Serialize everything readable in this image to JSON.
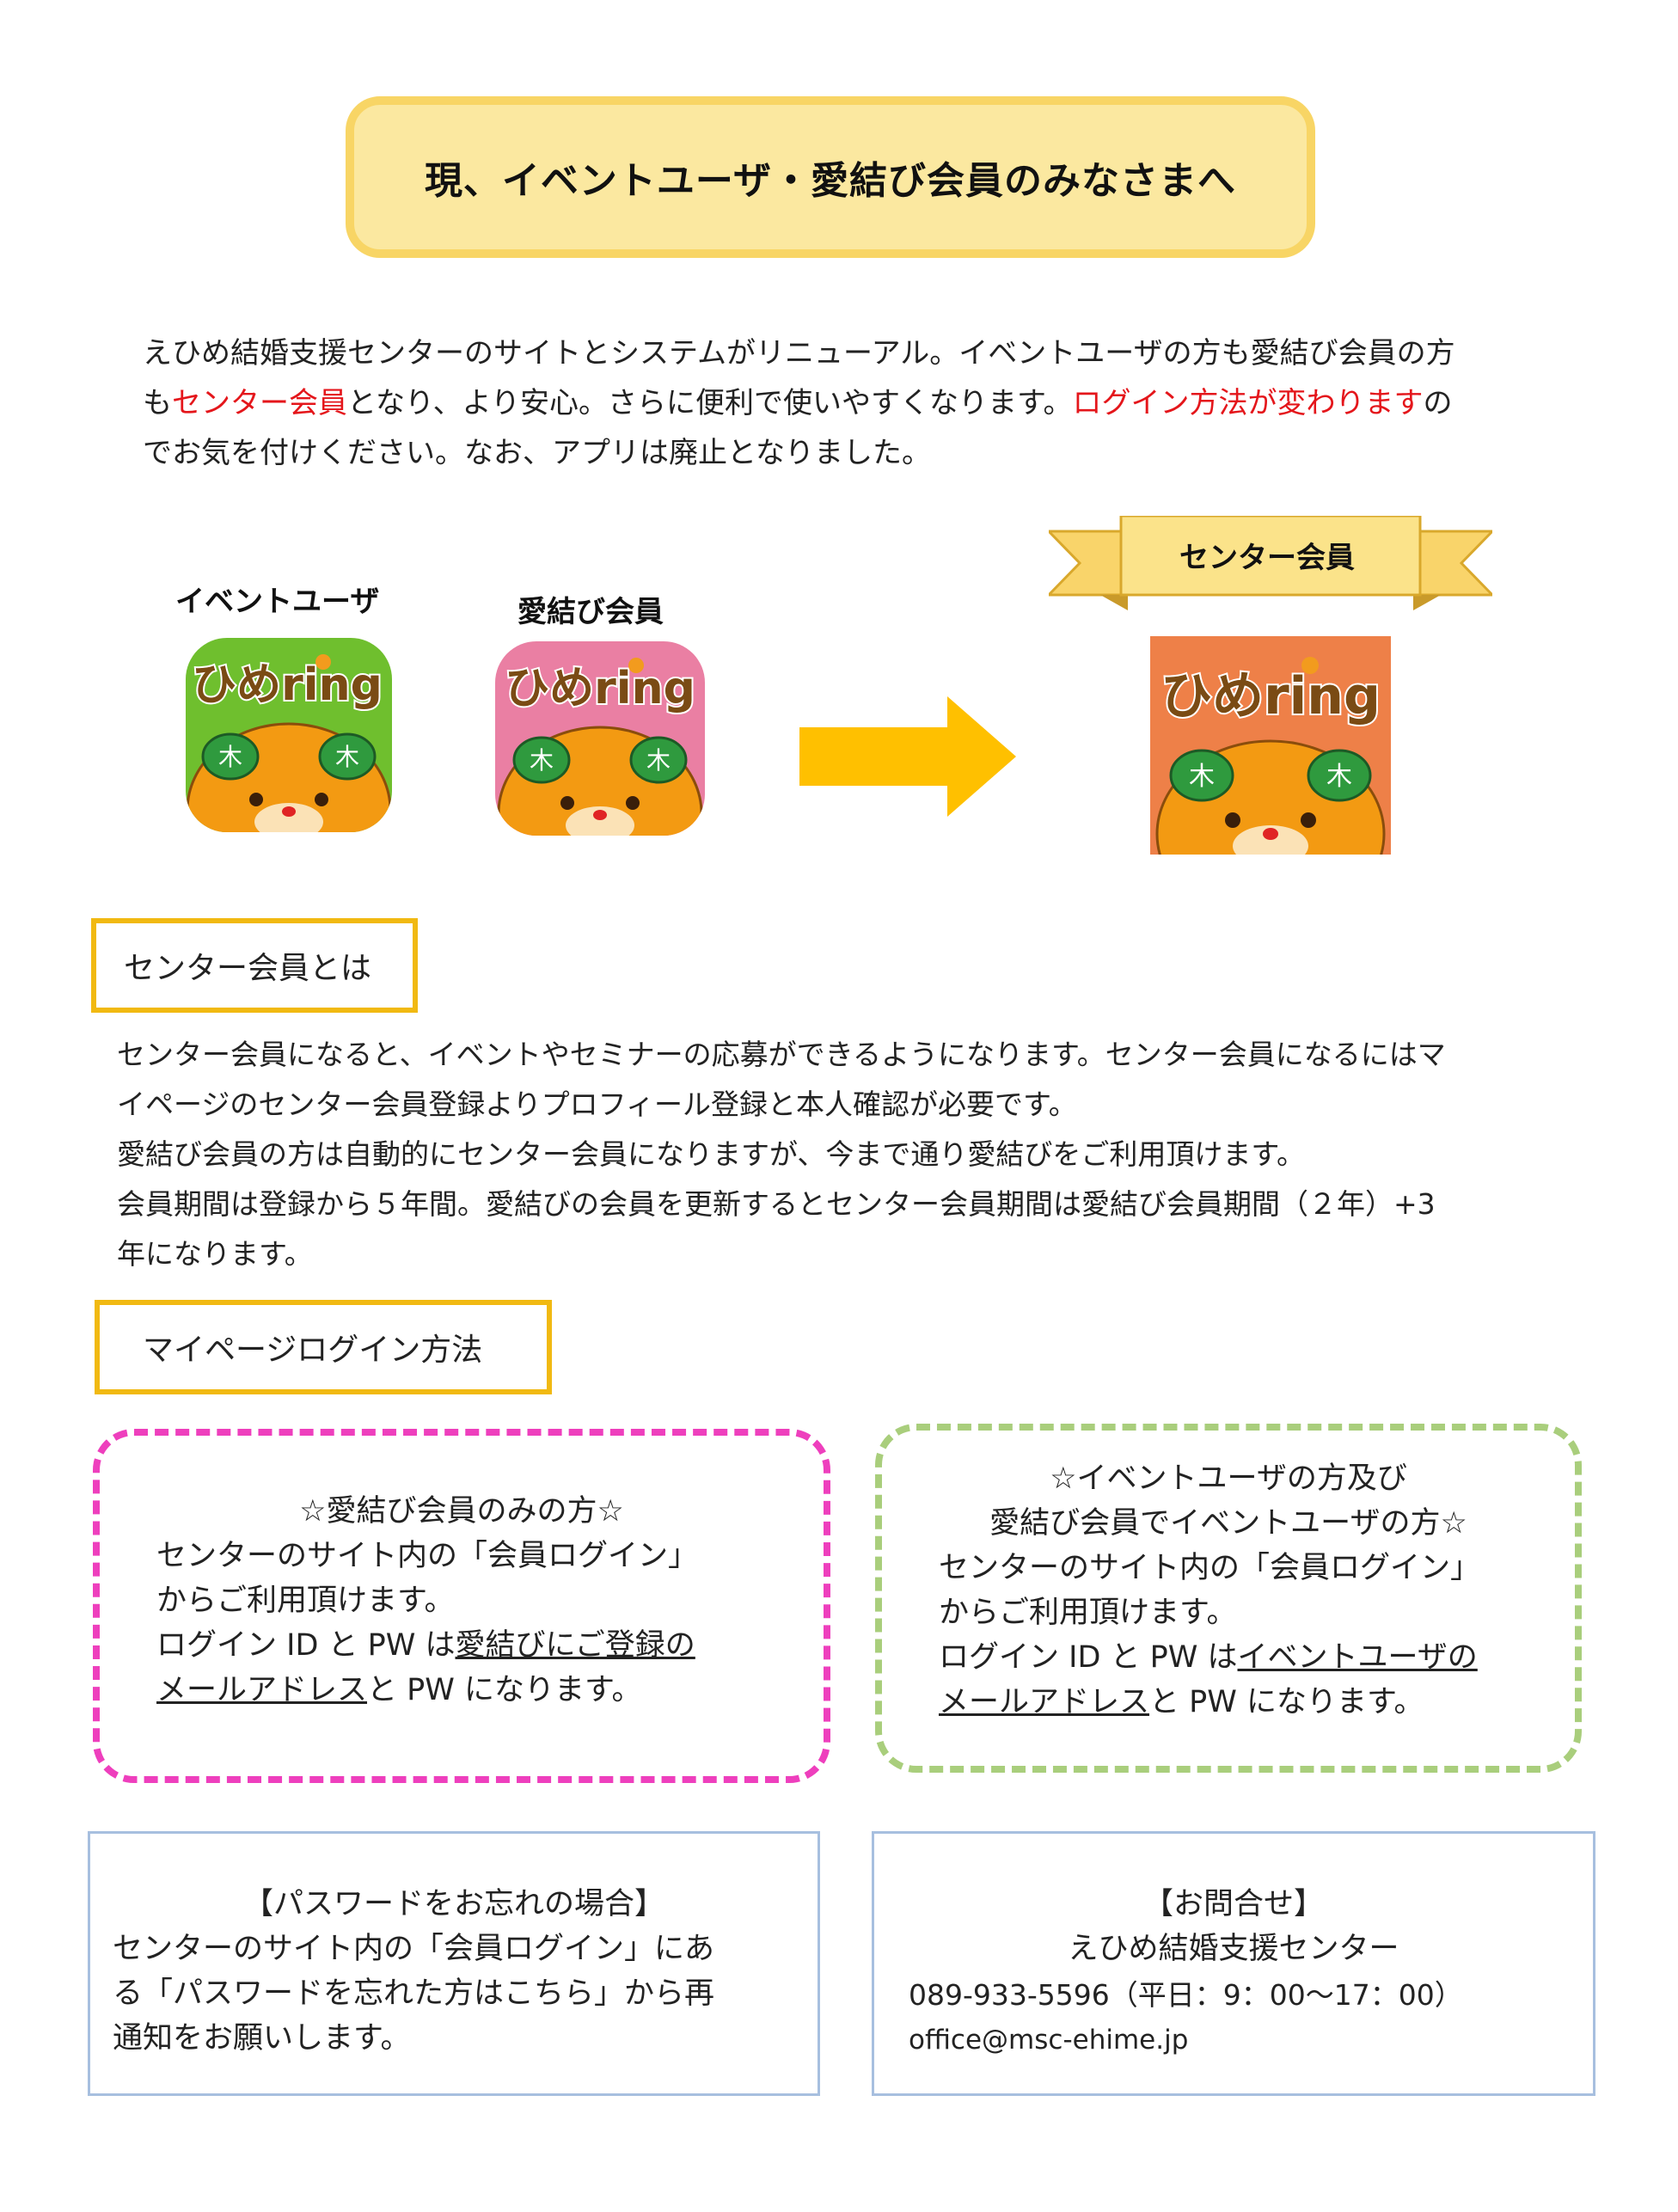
{
  "title": "現、イベントユーザ・愛結び会員のみなさまへ",
  "intro": {
    "p1": "えひめ結婚支援センターのサイトとシステムがリニューアル。イベントユーザの方も愛結び会員の方",
    "p2a": "も",
    "p2_red1": "センター会員",
    "p2b": "となり、より安心。さらに便利で使いやすくなります。",
    "p2_red2": "ログイン方法が変わります",
    "p2c": "の",
    "p3": "でお気を付けください。なお、アプリは廃止となりました。"
  },
  "icons": {
    "event_user_label": "イベントユーザ",
    "aimusubi_label": "愛結び会員",
    "center_member_ribbon": "センター会員",
    "app_name": "ひめring",
    "colors": {
      "green": "#6fbf2e",
      "pink": "#ea7fa3",
      "orange": "#ee8048",
      "arrow": "#ffc000"
    }
  },
  "center_about": {
    "heading": "センター会員とは",
    "lines": [
      "センター会員になると、イベントやセミナーの応募ができるようになります。センター会員になるにはマ",
      "イページのセンター会員登録よりプロフィール登録と本人確認が必要です。",
      "愛結び会員の方は自動的にセンター会員になりますが、今まで通り愛結びをご利用頂けます。",
      "会員期間は登録から５年間。愛結びの会員を更新するとセンター会員期間は愛結び会員期間（２年）+3",
      "年になります。"
    ]
  },
  "login": {
    "heading": "マイページログイン方法",
    "aimusubi_only": {
      "title": "☆愛結び会員のみの方☆",
      "line1": "センターのサイト内の「会員ログイン」",
      "line2": "からご利用頂けます。",
      "line3a": "ログイン ID と PW は",
      "line3u": "愛結びにご登録の",
      "line4u": "メールアドレス",
      "line4b": "と PW になります。"
    },
    "event_user": {
      "title1": "☆イベントユーザの方及び",
      "title2": "愛結び会員でイベントユーザの方☆",
      "line1": "センターのサイト内の「会員ログイン」",
      "line2": "からご利用頂けます。",
      "line3a": "ログイン ID と PW は",
      "line3u": "イベントユーザの",
      "line4u": "メールアドレス",
      "line4b": "と PW になります。"
    }
  },
  "password": {
    "title": "【パスワードをお忘れの場合】",
    "line1": "センターのサイト内の「会員ログイン」にあ",
    "line2": "る「パスワードを忘れた方はこちら」から再",
    "line3": "通知をお願いします。"
  },
  "contact": {
    "title": "【お問合せ】",
    "org": "えひめ結婚支援センター",
    "phone": "089-933-5596（平日：9：00～17：00）",
    "email": "office@msc-ehime.jp"
  }
}
